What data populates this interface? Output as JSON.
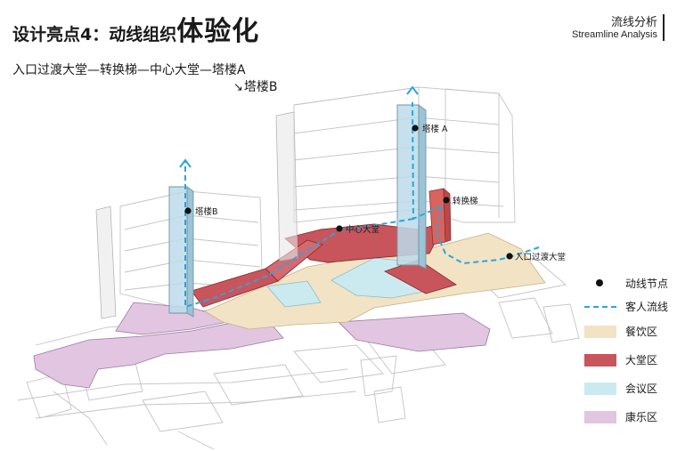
{
  "title": {
    "prefix": "设计亮点4：动线组织",
    "emphasis": "体验化"
  },
  "section": {
    "title_cn": "流线分析",
    "title_en": "Streamline Analysis"
  },
  "route": {
    "line1": "入口过渡大堂—转换梯—中心大堂—塔楼A",
    "line2_mark": "↘",
    "line2": "塔楼B"
  },
  "nodes": {
    "tower_a": "塔楼 A",
    "transfer_stair": "转换梯",
    "central_lobby": "中心大堂",
    "tower_b": "塔楼B",
    "entrance_lobby": "入口过渡大堂"
  },
  "legend": {
    "node": "动线节点",
    "flow": "客人流线",
    "dining": "餐饮区",
    "lobby": "大堂区",
    "conference": "会议区",
    "recreation": "康乐区"
  },
  "colors": {
    "dining": "#f1e3c4",
    "lobby": "#c8555c",
    "conference": "#cbeaf0",
    "recreation": "#e1c5e1",
    "flow": "#2aa6de",
    "tower": "#bcdcea"
  }
}
